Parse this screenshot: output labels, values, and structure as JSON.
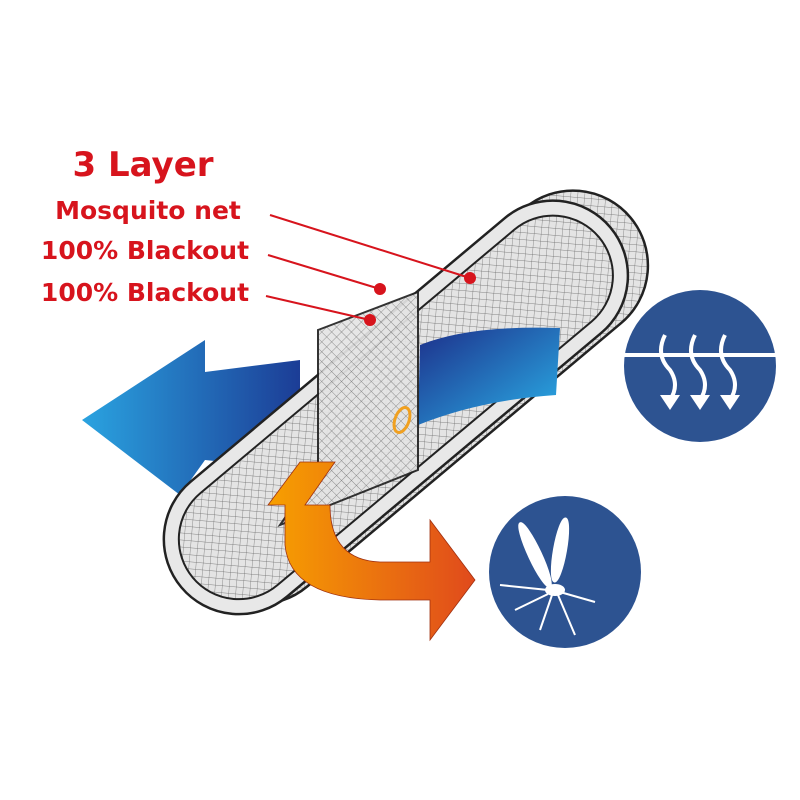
{
  "title": "3 Layer",
  "layers": [
    "Mosquito net",
    "100% Blackout",
    "100% Blackout"
  ],
  "icons": [
    "heat-flow-icon",
    "mosquito-icon"
  ],
  "colors": {
    "label_red": "#d7141d",
    "circle_blue": "#2d5391",
    "arrow_blue": "#1e5fb0",
    "arrow_orange": "#f08a00"
  }
}
